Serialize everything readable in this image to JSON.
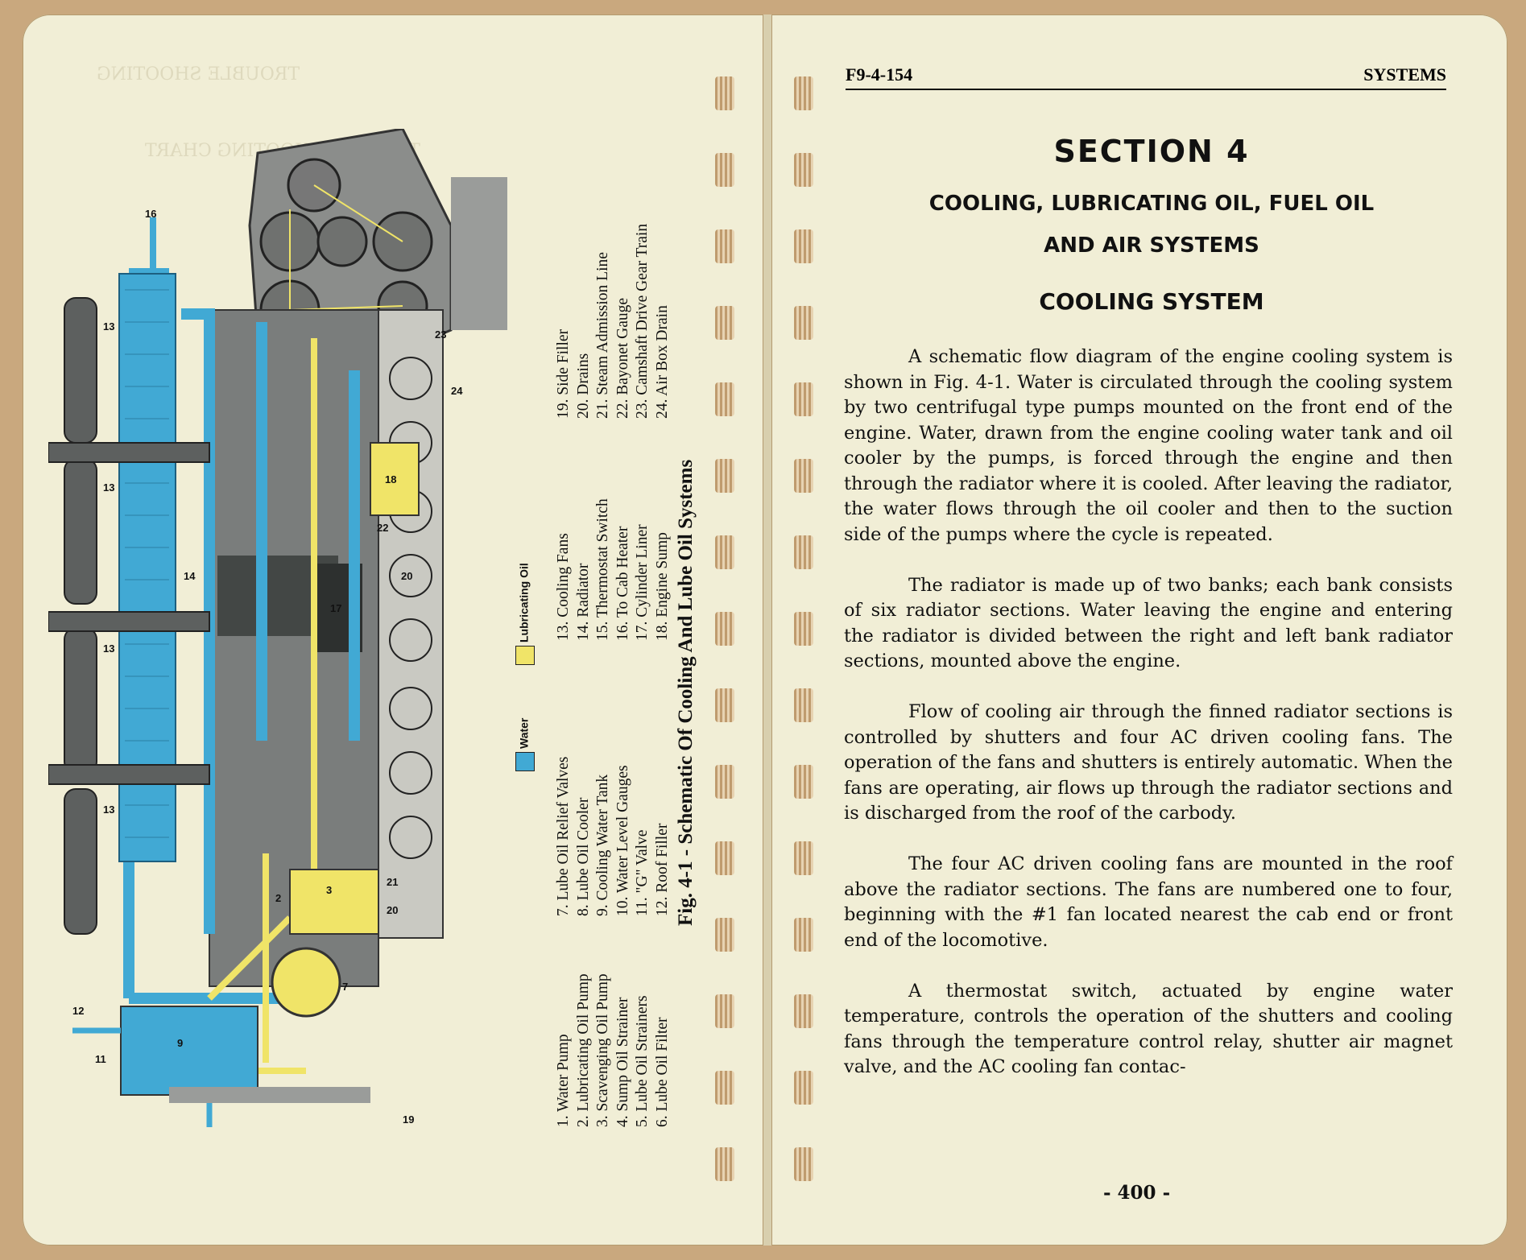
{
  "header": {
    "left": "F9-4-154",
    "right": "SYSTEMS"
  },
  "section": {
    "number_title": "SECTION 4",
    "subtitle_line1": "COOLING, LUBRICATING OIL, FUEL OIL",
    "subtitle_line2": "AND AIR SYSTEMS",
    "heading": "COOLING SYSTEM"
  },
  "paragraphs": [
    "A schematic flow diagram of the engine cooling system is shown in Fig. 4-1. Water is circulated through the cooling system by two centrifugal type pumps mounted on the front end of the engine. Water, drawn from the engine cooling water tank and oil cooler by the pumps, is forced through the engine and then through the radiator where it is cooled. After leaving the radiator, the water flows through the oil cooler and then to the suction side of the pumps where the cycle is repeated.",
    "The radiator is made up of two banks; each bank consists of six radiator sections. Water leaving the engine and entering the radiator is divided between the right and left bank radiator sections, mounted above the engine.",
    "Flow of cooling air through the finned radiator sections is controlled by shutters and four AC driven cooling fans. The operation of the fans and shutters is entirely automatic. When the fans are operating, air flows up through the radiator sections and is discharged from the roof of the carbody.",
    "The four AC driven cooling fans are mounted in the roof above the radiator sections. The fans are numbered one to four, beginning with the #1 fan located nearest the cab end or front end of the locomotive.",
    "A thermostat switch, actuated by engine water temperature, controls the operation of the shutters and cooling fans through the temperature control relay, shutter air magnet valve, and the AC cooling fan contac-"
  ],
  "page_number": "- 400 -",
  "figure": {
    "caption": "Fig. 4-1 - Schematic Of Cooling And Lube Oil Systems",
    "key": [
      {
        "label": "Water",
        "color": "#41a9d4"
      },
      {
        "label": "Lubricating Oil",
        "color": "#f0e468"
      }
    ],
    "legend_col1": [
      "1. Water Pump",
      "2. Lubricating Oil Pump",
      "3. Scavenging Oil Pump",
      "4. Sump Oil Strainer",
      "5. Lube Oil Strainers",
      "6. Lube Oil Filter"
    ],
    "legend_col2": [
      "7. Lube Oil Relief Valves",
      "8. Lube Oil Cooler",
      "9. Cooling Water Tank",
      "10. Water Level Gauges",
      "11. \"G\" Valve",
      "12. Roof Filler"
    ],
    "legend_col3": [
      "13. Cooling Fans",
      "14. Radiator",
      "15. Thermostat Switch",
      "16. To Cab Heater",
      "17. Cylinder Liner",
      "18. Engine Sump"
    ],
    "legend_col4": [
      "19. Side Filler",
      "20. Drains",
      "21. Steam Admission Line",
      "22. Bayonet Gauge",
      "23. Camshaft Drive Gear Train",
      "24. Air Box Drain"
    ],
    "diagram_labels": [
      "13",
      "13",
      "13",
      "13",
      "14",
      "16",
      "23",
      "24",
      "18",
      "22",
      "20",
      "17",
      "3",
      "2",
      "21",
      "20",
      "7",
      "12",
      "9",
      "11",
      "19"
    ]
  },
  "colors": {
    "water": "#41a9d4",
    "oil": "#f0e468",
    "engine": "#7a7d7c",
    "paper": "#f1eed6"
  }
}
